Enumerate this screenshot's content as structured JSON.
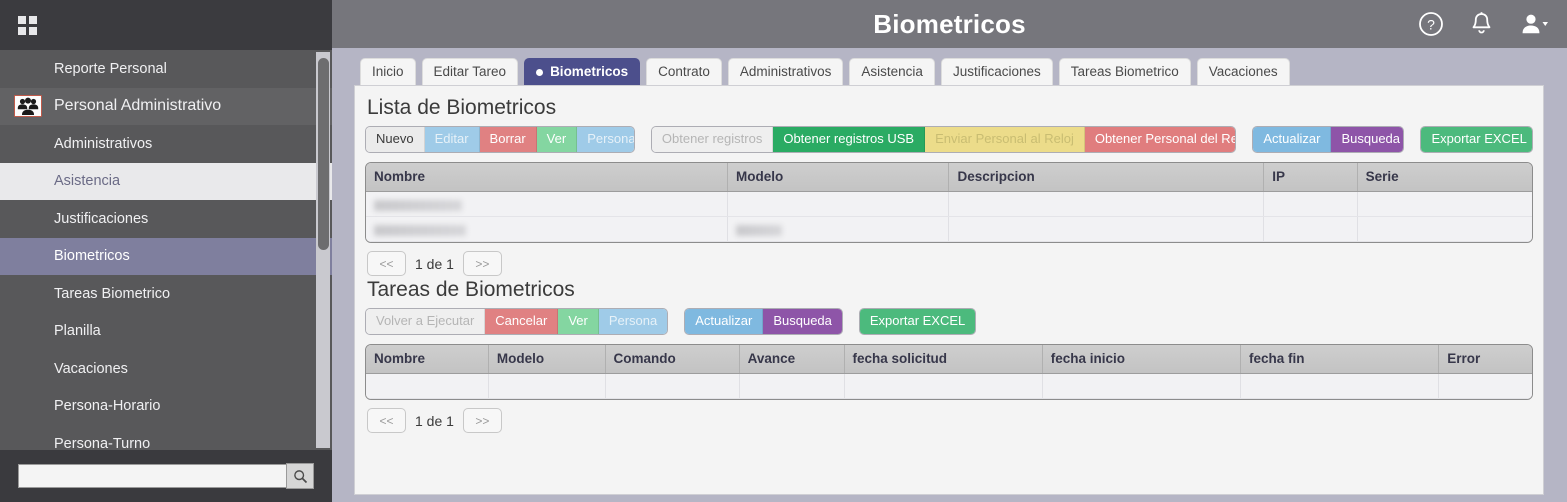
{
  "sidebar": {
    "menu_icon": "grid-icon",
    "items": [
      {
        "label": "Reporte Personal",
        "level": 1,
        "state": "normal"
      },
      {
        "label": "Personal Administrativo",
        "level": 0,
        "state": "group",
        "icon": "folder-people-icon"
      },
      {
        "label": "Administrativos",
        "level": 1,
        "state": "normal"
      },
      {
        "label": "Asistencia",
        "level": 1,
        "state": "selected-light"
      },
      {
        "label": "Justificaciones",
        "level": 1,
        "state": "normal"
      },
      {
        "label": "Biometricos",
        "level": 1,
        "state": "selected-purple"
      },
      {
        "label": "Tareas Biometrico",
        "level": 1,
        "state": "normal"
      },
      {
        "label": "Planilla",
        "level": 1,
        "state": "normal"
      },
      {
        "label": "Vacaciones",
        "level": 1,
        "state": "normal"
      },
      {
        "label": "Persona-Horario",
        "level": 1,
        "state": "normal"
      },
      {
        "label": "Persona-Turno",
        "level": 1,
        "state": "normal"
      }
    ],
    "search": {
      "value": "",
      "placeholder": "",
      "button_icon": "search-icon"
    }
  },
  "header": {
    "title": "Biometricos",
    "icons": [
      {
        "name": "help-icon",
        "glyph": "?"
      },
      {
        "name": "notifications-bell-icon",
        "glyph": "bell"
      },
      {
        "name": "user-account-icon",
        "glyph": "user"
      }
    ]
  },
  "tabs": [
    {
      "label": "Inicio",
      "active": false
    },
    {
      "label": "Editar Tareo",
      "active": false
    },
    {
      "label": "Biometricos",
      "active": true
    },
    {
      "label": "Contrato",
      "active": false
    },
    {
      "label": "Administrativos",
      "active": false
    },
    {
      "label": "Asistencia",
      "active": false
    },
    {
      "label": "Justificaciones",
      "active": false
    },
    {
      "label": "Tareas Biometrico",
      "active": false
    },
    {
      "label": "Vacaciones",
      "active": false
    }
  ],
  "sections": {
    "lista": {
      "title": "Lista de Biometricos",
      "crud_buttons": [
        {
          "label": "Nuevo",
          "style": "b-default"
        },
        {
          "label": "Editar",
          "style": "b-blue"
        },
        {
          "label": "Borrar",
          "style": "b-red"
        },
        {
          "label": "Ver",
          "style": "b-green"
        },
        {
          "label": "Persona",
          "style": "b-blue"
        }
      ],
      "device_buttons": [
        {
          "label": "Obtener registros",
          "style": "b-gray-t"
        },
        {
          "label": "Obtener registros USB",
          "style": "b-green-s"
        },
        {
          "label": "Enviar Personal al Reloj",
          "style": "b-yellow"
        },
        {
          "label": "Obtener Personal del Reloj",
          "style": "b-red-s"
        }
      ],
      "action_buttons": [
        {
          "label": "Actualizar",
          "style": "b-blue-s"
        },
        {
          "label": "Busqueda",
          "style": "b-purple"
        }
      ],
      "export_button": {
        "label": "Exportar EXCEL",
        "style": "b-excel"
      },
      "columns": [
        "Nombre",
        "Modelo",
        "Descripcion",
        "IP",
        "Serie"
      ],
      "rows": [
        {
          "Nombre": "",
          "Modelo": "",
          "Descripcion": "",
          "IP": "",
          "Serie": "",
          "redacted": true
        },
        {
          "Nombre": "",
          "Modelo": "",
          "Descripcion": "",
          "IP": "",
          "Serie": "",
          "redacted": true
        }
      ],
      "pager": {
        "prev": "<<",
        "label": "1 de 1",
        "next": ">>"
      }
    },
    "tareas": {
      "title": "Tareas de Biometricos",
      "crud_buttons": [
        {
          "label": "Volver a Ejecutar",
          "style": "b-gray-t"
        },
        {
          "label": "Cancelar",
          "style": "b-red"
        },
        {
          "label": "Ver",
          "style": "b-green"
        },
        {
          "label": "Persona",
          "style": "b-blue"
        }
      ],
      "action_buttons": [
        {
          "label": "Actualizar",
          "style": "b-blue-s"
        },
        {
          "label": "Busqueda",
          "style": "b-purple"
        }
      ],
      "export_button": {
        "label": "Exportar EXCEL",
        "style": "b-excel"
      },
      "columns": [
        "Nombre",
        "Modelo",
        "Comando",
        "Avance",
        "fecha solicitud",
        "fecha inicio",
        "fecha fin",
        "Error"
      ],
      "rows": [
        {
          "Nombre": "",
          "Modelo": "",
          "Comando": "",
          "Avance": "",
          "fecha solicitud": "",
          "fecha inicio": "",
          "fecha fin": "",
          "Error": ""
        }
      ],
      "pager": {
        "prev": "<<",
        "label": "1 de 1",
        "next": ">>"
      }
    }
  },
  "colors": {
    "accent_tab": "#4c4f8c",
    "sidebar_selected": "#7f7f9e",
    "header_bg": "#76767c",
    "excel_green": "#4cba7d",
    "purple_button": "#8e55a8"
  }
}
